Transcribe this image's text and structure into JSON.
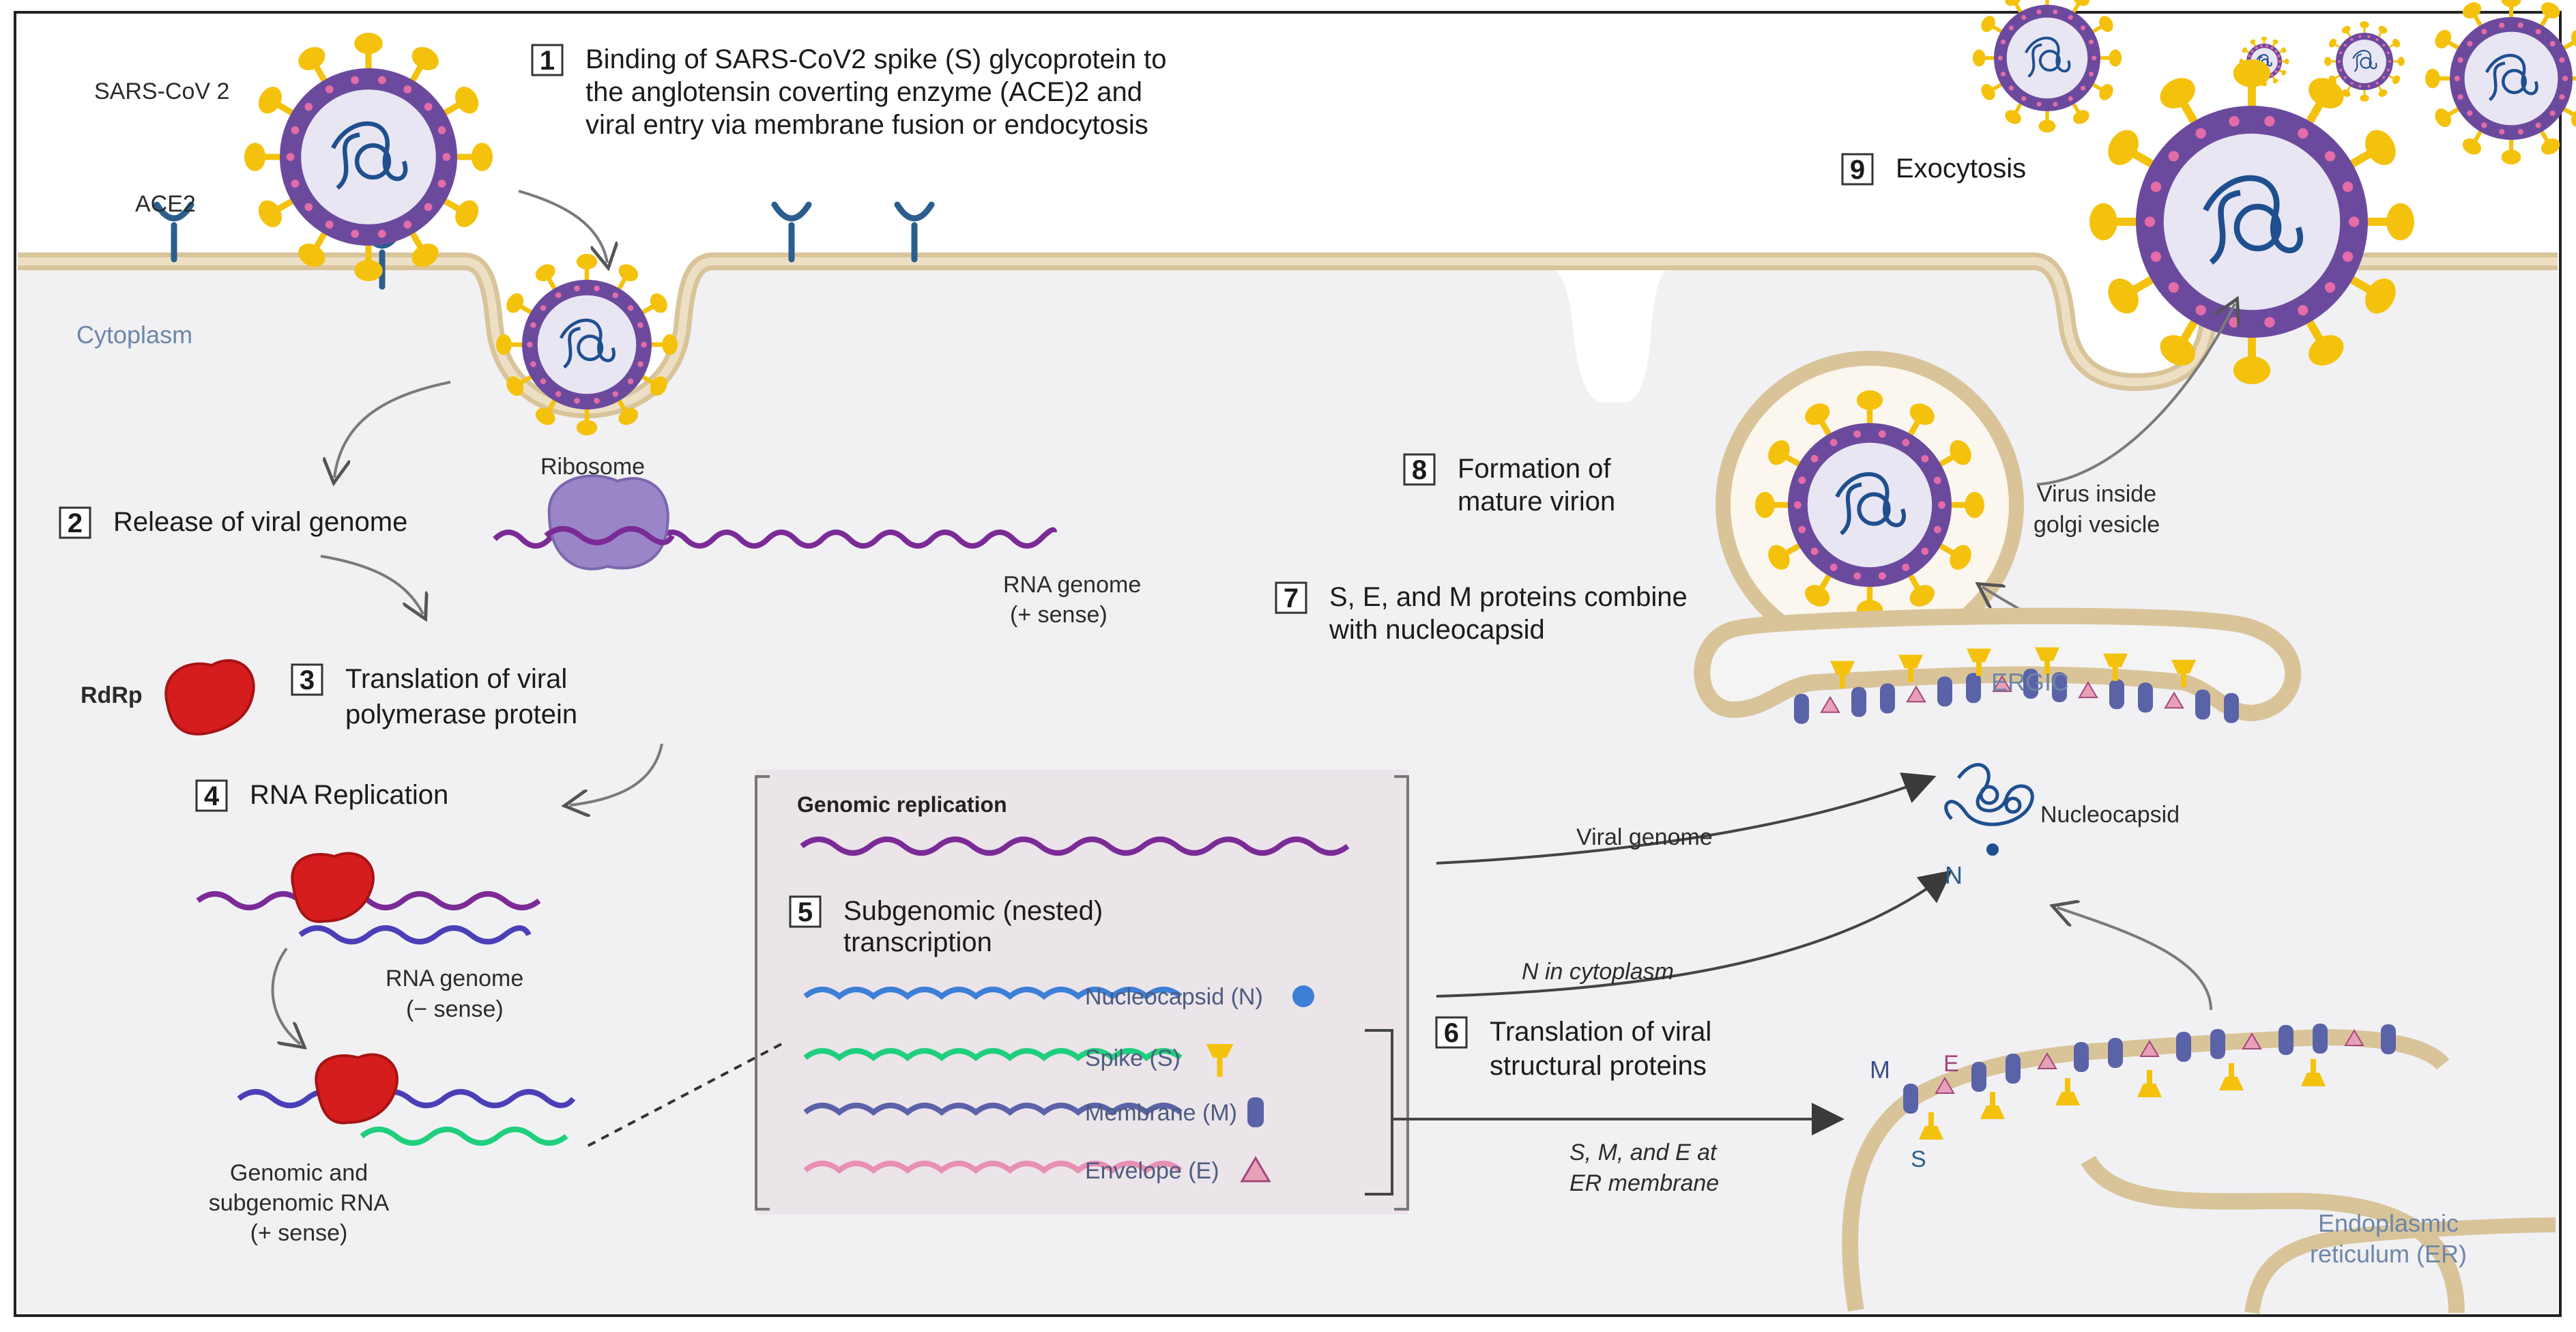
{
  "virus_label": "SARS-CoV 2",
  "ace2_label": "ACE2",
  "cytoplasm_label": "Cytoplasm",
  "steps": [
    {
      "num": "1",
      "lines": [
        "Binding of SARS-CoV2 spike (S) glycoprotein to",
        "the anglotensin coverting enzyme (ACE)2 and",
        "viral entry via membrane fusion or endocytosis"
      ]
    },
    {
      "num": "2",
      "lines": [
        "Release of viral genome"
      ]
    },
    {
      "num": "3",
      "lines": [
        "Translation of viral",
        "polymerase protein"
      ]
    },
    {
      "num": "4",
      "lines": [
        "RNA Replication"
      ]
    },
    {
      "num": "5",
      "lines": [
        "Subgenomic (nested)",
        "transcription"
      ]
    },
    {
      "num": "6",
      "lines": [
        "Translation of viral",
        "structural proteins"
      ]
    },
    {
      "num": "7",
      "lines": [
        "S, E, and M proteins combine",
        "with nucleocapsid"
      ]
    },
    {
      "num": "8",
      "lines": [
        "Formation of",
        "mature virion"
      ]
    },
    {
      "num": "9",
      "lines": [
        "Exocytosis"
      ]
    }
  ],
  "ribosome_label": "Ribosome",
  "rna_genome_plus": [
    "RNA genome",
    "(+ sense)"
  ],
  "rdrp_label": "RdRp",
  "rna_genome_minus": [
    "RNA genome",
    "(− sense)"
  ],
  "genomic_subgenomic": [
    "Genomic and",
    "subgenomic RNA",
    "(+ sense)"
  ],
  "genomic_replication_label": "Genomic replication",
  "transcripts": [
    {
      "label": "Nucleocapsid (N)",
      "color": "#3d7fd6"
    },
    {
      "label": "Spike (S)",
      "color": "#1fcf7e"
    },
    {
      "label": "Membrane (M)",
      "color": "#5a62a8"
    },
    {
      "label": "Envelope (E)",
      "color": "#e88fb4"
    }
  ],
  "viral_genome_arrow": "Viral genome",
  "n_cytoplasm_arrow": "N in cytoplasm",
  "smE_er": [
    "S, M, and E at",
    "ER membrane"
  ],
  "ergic_label": "ERGIC",
  "nucleocapsid_label": "Nucleocapsid",
  "n_label": "N",
  "m_label": "M",
  "e_label": "E",
  "s_label": "S",
  "er_label": [
    "Endoplasmic",
    "reticulum (ER)"
  ],
  "golgi_label": [
    "Virus inside",
    "golgi vesicle"
  ],
  "colors": {
    "membrane": "#e9d9b7",
    "membrane_edge": "#c9b083",
    "cytoplasm": "#f2f2f4",
    "spike": "#f4c20d",
    "rdrp": "#d61d1d",
    "viral_body": "#6b4a9e",
    "genome_purple": "#7a2b96",
    "ribosome": "#9b85c9",
    "receptor": "#2b5e8e"
  }
}
